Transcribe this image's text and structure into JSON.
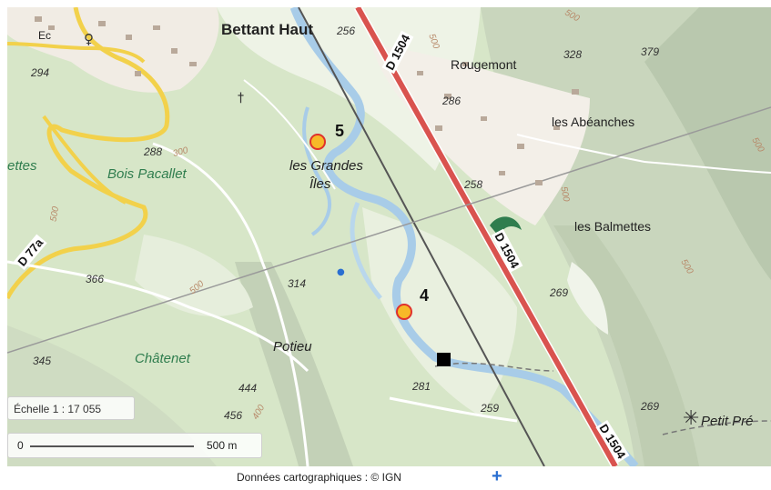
{
  "map": {
    "places": {
      "bettant_haut": "Bettant Haut",
      "rougemont": "Rougemont",
      "les_abeanches": "les Abéanches",
      "les_balmettes": "les Balmettes",
      "les_grandes": "les Grandes",
      "iles": "Îles",
      "bois_pacallet": "Bois Pacallet",
      "ettes": "ettes",
      "chatenet": "Châtenet",
      "potieu": "Potieu",
      "petit_pre": "Petit Pré",
      "ec": "Ec"
    },
    "elevations": {
      "e256": "256",
      "e328": "328",
      "e379": "379",
      "e286": "286",
      "e294": "294",
      "e288": "288",
      "e258": "258",
      "e366": "366",
      "e314": "314",
      "e269a": "269",
      "e345": "345",
      "e444": "444",
      "e456": "456",
      "e281": "281",
      "e259": "259",
      "e269b": "269"
    },
    "contours": {
      "c500a": "500",
      "c500b": "500",
      "c500c": "500",
      "c500d": "500",
      "c400": "400",
      "c500e": "500",
      "c500f": "500",
      "c300": "300",
      "c500g": "500"
    },
    "roads": {
      "d1504_top": "D 1504",
      "d1504_mid": "D 1504",
      "d1504_bottom": "D 1504",
      "d77a": "D 77a"
    },
    "markers": [
      {
        "label": "5"
      },
      {
        "label": "4"
      }
    ],
    "scale": {
      "ratio": "Échelle 1 : 17 055",
      "start": "0",
      "end": "500 m"
    }
  },
  "footer": {
    "attribution": "Données cartographiques : © IGN",
    "plus": "+"
  },
  "colors": {
    "marker_fill": "#f7b928",
    "marker_border": "#e0322c",
    "main_road": "#d9534f",
    "secondary_road": "#f2d14b",
    "river": "#a8cce8",
    "forest": "#d7e6c8",
    "plus": "#2a6fd1"
  }
}
